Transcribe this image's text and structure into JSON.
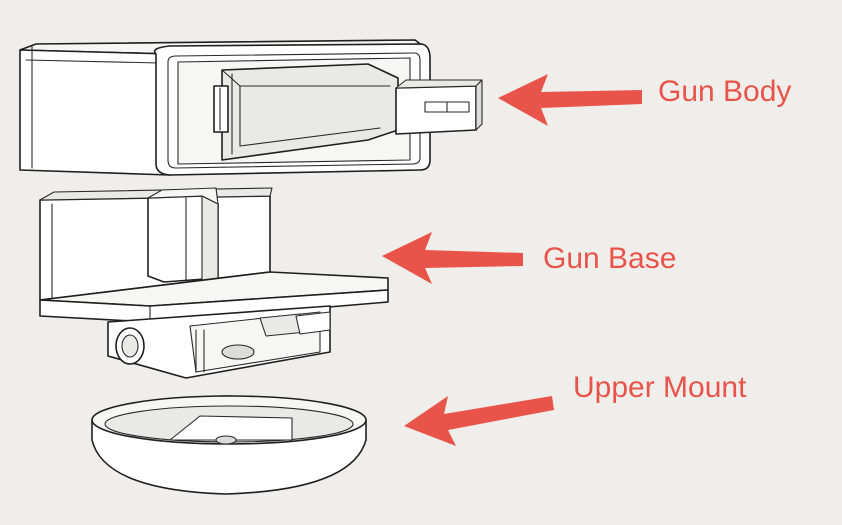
{
  "labels": {
    "gun_body": "Gun Body",
    "gun_base": "Gun Base",
    "upper_mount": "Upper Mount"
  },
  "colors": {
    "background": "#efeeea",
    "arrow": "#e9544a",
    "label_text": "#e9544a",
    "line_ink": "#1f1f1f"
  }
}
